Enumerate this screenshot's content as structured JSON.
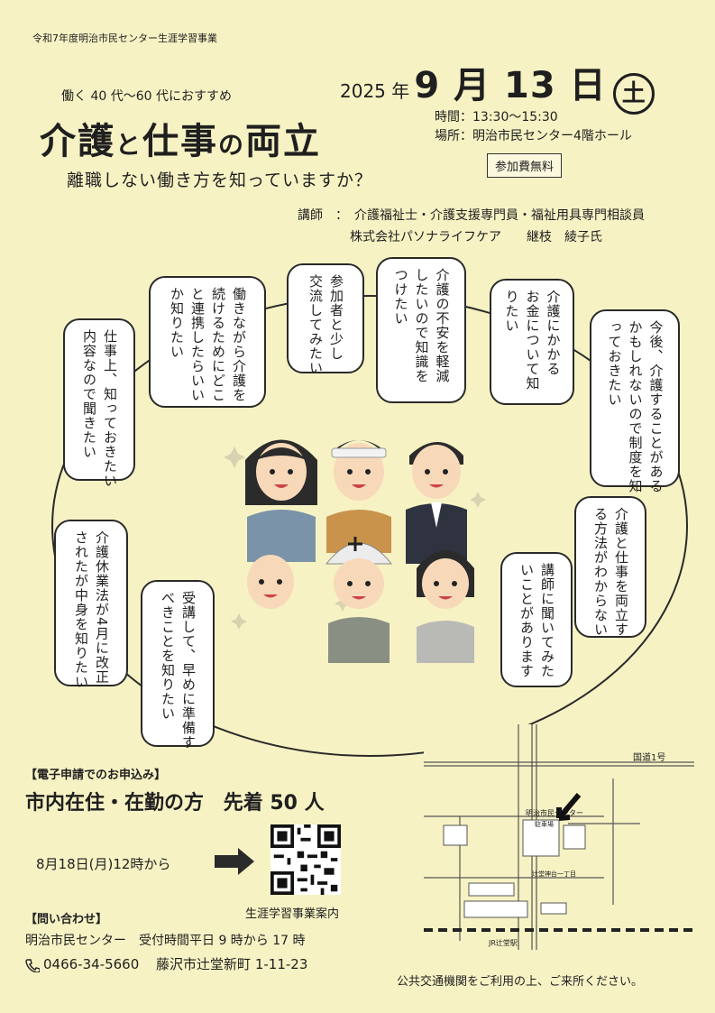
{
  "header": {
    "program": "令和7年度明治市民センター生涯学習事業"
  },
  "event": {
    "tagline": "働く 40 代〜60 代におすすめ",
    "year": "2025 年",
    "month_day": "9 月 13 日",
    "weekday": "土",
    "time": "時間：13:30〜15:30",
    "place": "場所：明治市民センター4階ホール",
    "fee": "参加費無料",
    "title_a": "介護",
    "title_b": "と",
    "title_c": "仕事",
    "title_d": "の",
    "title_e": "両立",
    "subtitle": "離職しない働き方を知っていますか？",
    "lecturer_role": "講師　：　介護福祉士・介護支援専門員・福祉用具専門相談員",
    "lecturer_name": "株式会社パソナライフケア　　継枝　綾子氏"
  },
  "bubbles": [
    {
      "lines": [
        "参加者と少し",
        "交流してみたい"
      ]
    },
    {
      "lines": [
        "介護の不安を軽減",
        "したいので知識を",
        "つけたい"
      ]
    },
    {
      "lines": [
        "介護にかかる",
        "お金について知",
        "りたい"
      ]
    },
    {
      "lines": [
        "働きながら介護を",
        "続けるためにどこ",
        "と連携したらいい",
        "か知りたい"
      ]
    },
    {
      "lines": [
        "今後、介護することがある",
        "かもしれないので制度を知",
        "っておきたい"
      ]
    },
    {
      "lines": [
        "仕事上、知っておきたい",
        "内容なので聞きたい"
      ]
    },
    {
      "lines": [
        "介護と仕事を両立す",
        "る方法がわからない"
      ]
    },
    {
      "lines": [
        "講師に聞いてみた",
        "いことがあります"
      ]
    },
    {
      "lines": [
        "受講して、早めに準備す",
        "べきことを知りたい"
      ]
    },
    {
      "lines": [
        "介護休業法が4月に改正",
        "されたが中身を知りたい"
      ]
    }
  ],
  "apply": {
    "heading": "【電子申請でのお申込み】",
    "target": "市内在住・在勤の方",
    "capacity": "先着 50 人",
    "start": "8月18日(月)12時から",
    "qr_caption": "生涯学習事業案内"
  },
  "contact": {
    "heading": "【問い合わせ】",
    "center": "明治市民センター　受付時間平日 9 時から 17 時",
    "phone": "0466-34-5660",
    "address": "藤沢市辻堂新町 1-11-23"
  },
  "map": {
    "note": "公共交通機関をご利用の上、ご来所ください。",
    "labels": {
      "route1": "国道1号",
      "center": "明治市民センター",
      "parking": "駐車場",
      "station": "JR辻堂駅",
      "post": "辻堂神台一丁目"
    }
  },
  "colors": {
    "paper": "#f6f2c4",
    "ink": "#1f1f1f"
  }
}
